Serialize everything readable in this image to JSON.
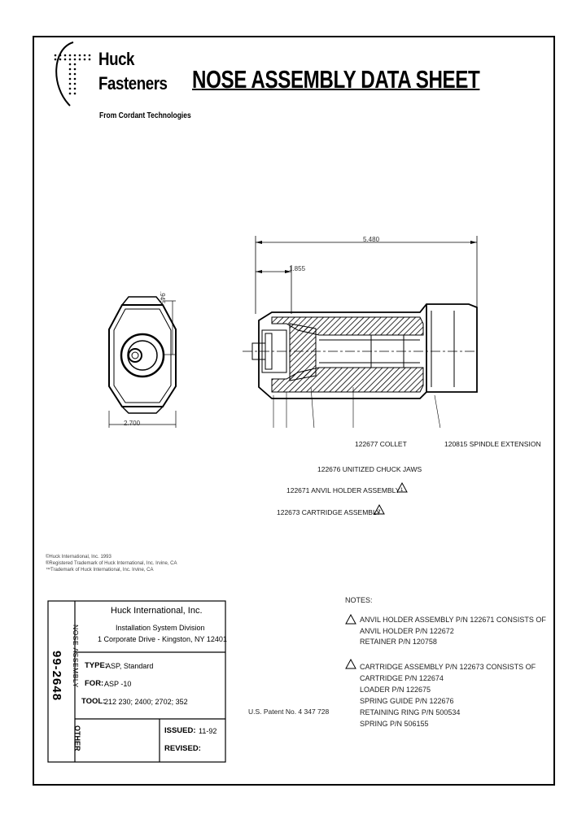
{
  "logo": {
    "line1": "Huck",
    "line2": "Fasteners",
    "tagline": "From Cordant Technologies"
  },
  "title": "NOSE ASSEMBLY DATA SHEET",
  "dimensions": {
    "overall_length": "5.480",
    "partial_length": "1.855",
    "end_height": ".945",
    "end_width": "2.700"
  },
  "callouts": {
    "collet": "122677 COLLET",
    "spindle_extension": "120815 SPINDLE EXTENSION",
    "chuck_jaws": "122676 UNITIZED CHUCK JAWS",
    "anvil_holder": "122671 ANVIL HOLDER ASSEMBLY",
    "cartridge": "122673 CARTRIDGE ASSEMBLY",
    "flag1": "1",
    "flag2": "2"
  },
  "copyright": {
    "line1": "©Huck International, Inc. 1993",
    "line2": "®Registered Trademark of Huck International, Inc. Irvine, CA",
    "line3": "™Trademark of Huck International, Inc. Irvine, CA"
  },
  "notes": {
    "heading": "NOTES:",
    "n1_head": "ANVIL HOLDER ASSEMBLY P/N 122671 CONSISTS OF",
    "n1_items": [
      "ANVIL HOLDER P/N 122672",
      "RETAINER P/N 120758"
    ],
    "n2_head": "CARTRIDGE ASSEMBLY P/N 122673 CONSISTS OF",
    "n2_items": [
      "CARTRIDGE P/N 122674",
      "LOADER P/N 122675",
      "SPRING GUIDE P/N 122676",
      "RETAINING RING P/N 500534",
      "SPRING P/N 506155"
    ]
  },
  "patent": "U.S. Patent No. 4 347 728",
  "title_block": {
    "company": "Huck International, Inc.",
    "division": "Installation System Division",
    "address": "1 Corporate Drive - Kingston, NY 12401",
    "doc_number": "99-2648",
    "category": "NOSE ASSEMBLY",
    "other_label": "OTHER",
    "type_label": "TYPE:",
    "type_value": "ASP, Standard",
    "for_label": "FOR:",
    "for_value": "ASP -10",
    "tool_label": "TOOL:",
    "tool_value": "212 230; 2400; 2702; 352",
    "issued_label": "ISSUED:",
    "issued_value": "11-92",
    "revised_label": "REVISED:",
    "revised_value": ""
  }
}
